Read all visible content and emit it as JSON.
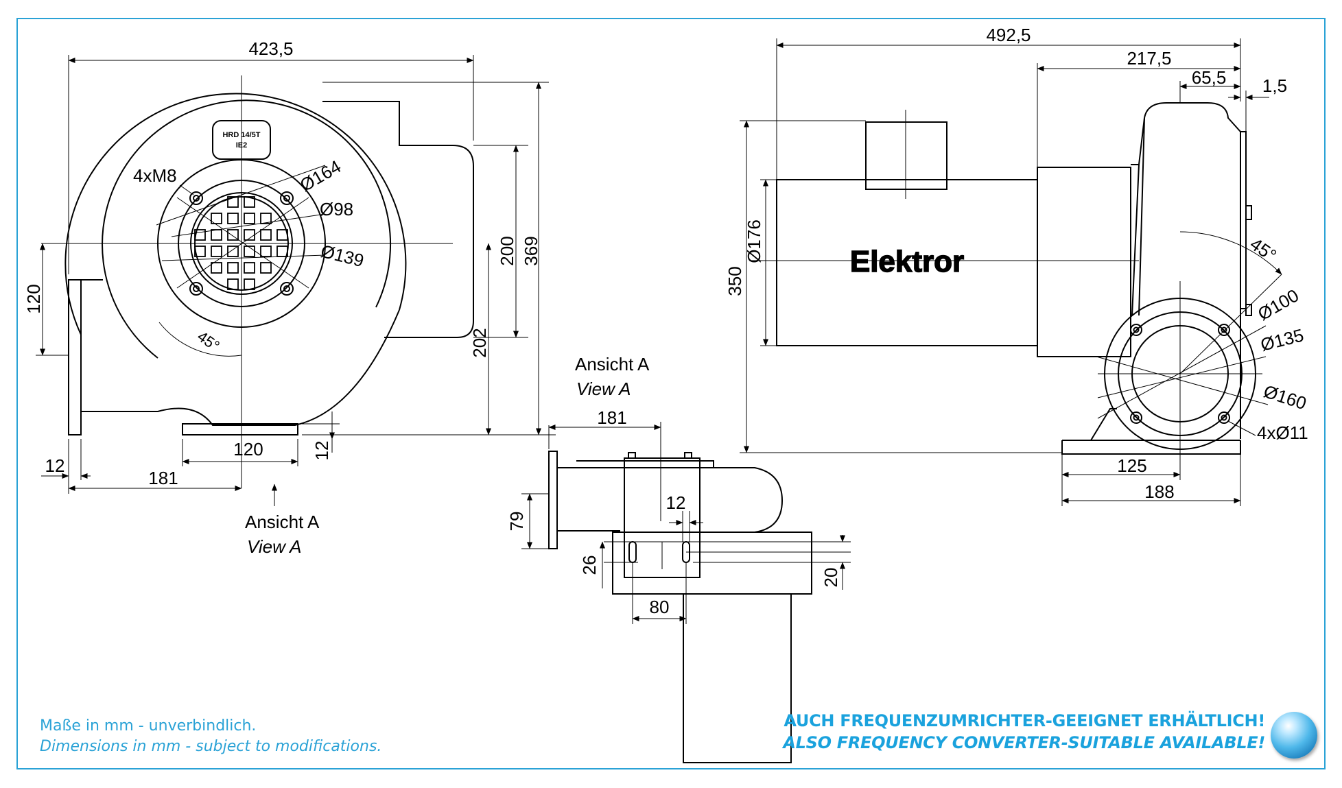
{
  "dimensions": {
    "front": {
      "width_total": "423,5",
      "height_total": "369",
      "outlet_center_height": "200",
      "axis_height": "202",
      "flange_offset": "120",
      "foot_width": "120",
      "foot_height": "12",
      "flange_thickness": "12",
      "flange_to_center": "181",
      "bolts": "4xM8",
      "dia_164": "Ø164",
      "dia_98": "Ø98",
      "dia_139": "Ø139",
      "angle": "45°",
      "nameplate_line1": "HRD 14/5T",
      "nameplate_line2": "IE2"
    },
    "side": {
      "length_total": "492,5",
      "length_housing": "217,5",
      "length_inlet": "65,5",
      "length_lip": "1,5",
      "height_total": "350",
      "motor_dia": "Ø176",
      "angle": "45°",
      "dia_100": "Ø100",
      "dia_135": "Ø135",
      "dia_160": "Ø160",
      "holes": "4xØ11",
      "base_inner": "125",
      "base_outer": "188",
      "brand": "Elektror"
    },
    "view_a": {
      "flange_to_center": "181",
      "flange_height": "79",
      "slot_width": "12",
      "slot_offset": "26",
      "slot_height": "20",
      "slot_spacing": "80"
    }
  },
  "labels": {
    "view_a_front_de": "Ansicht A",
    "view_a_front_en": "View A",
    "view_a_title_de": "Ansicht A",
    "view_a_title_en": "View A"
  },
  "notes": {
    "disclaimer_de": "Maße in mm - unverbindlich.",
    "disclaimer_en": "Dimensions in mm - subject to modifications.",
    "promo_de": "AUCH FREQUENZUMRICHTER-GEEIGNET ERHÄLTLICH!",
    "promo_en": "ALSO FREQUENCY CONVERTER-SUITABLE AVAILABLE!"
  },
  "colors": {
    "frame": "#2aa2d6",
    "note_text": "#2aa2d6",
    "promo_text": "#1aa2dd",
    "line": "#000000"
  },
  "icons": {
    "promo_orb": "blue-glass-orb"
  }
}
